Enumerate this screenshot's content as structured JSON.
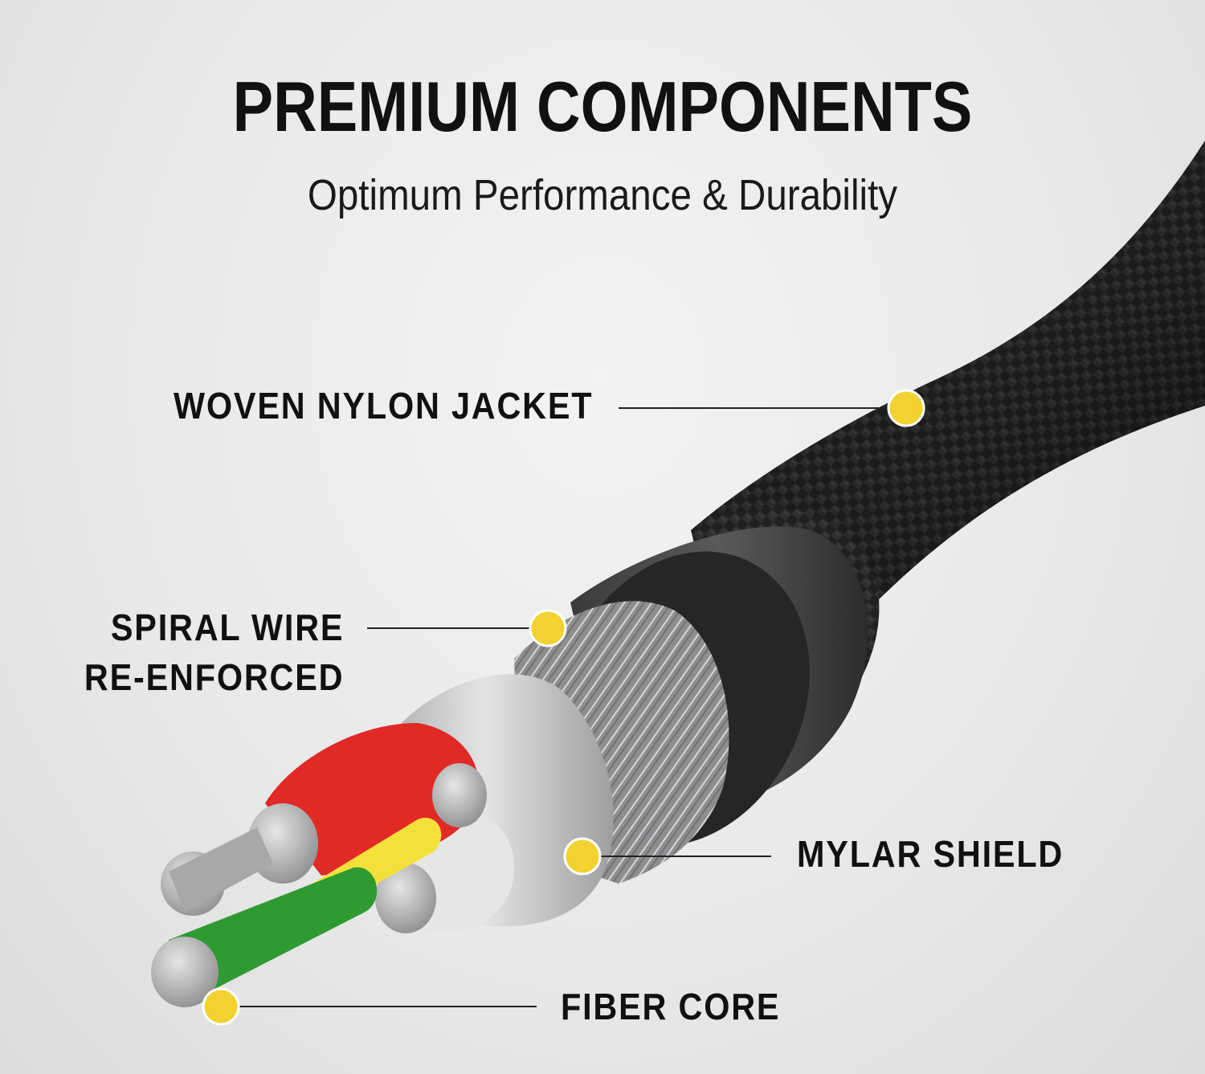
{
  "header": {
    "title": "PREMIUM COMPONENTS",
    "subtitle": "Optimum Performance & Durability"
  },
  "callouts": {
    "jacket": "WOVEN NYLON JACKET",
    "spiral_line1": "SPIRAL WIRE",
    "spiral_line2": "RE-ENFORCED",
    "mylar": "MYLAR SHIELD",
    "fiber": "FIBER CORE"
  },
  "colors": {
    "marker": "#f2d230",
    "jacket": "#1c1c1c",
    "red_wire": "#e02a26",
    "yellow_wire": "#f4e03a",
    "green_wire": "#2f9a32",
    "white_wire": "#e8e8e8",
    "shield": "#c9cbcd"
  }
}
